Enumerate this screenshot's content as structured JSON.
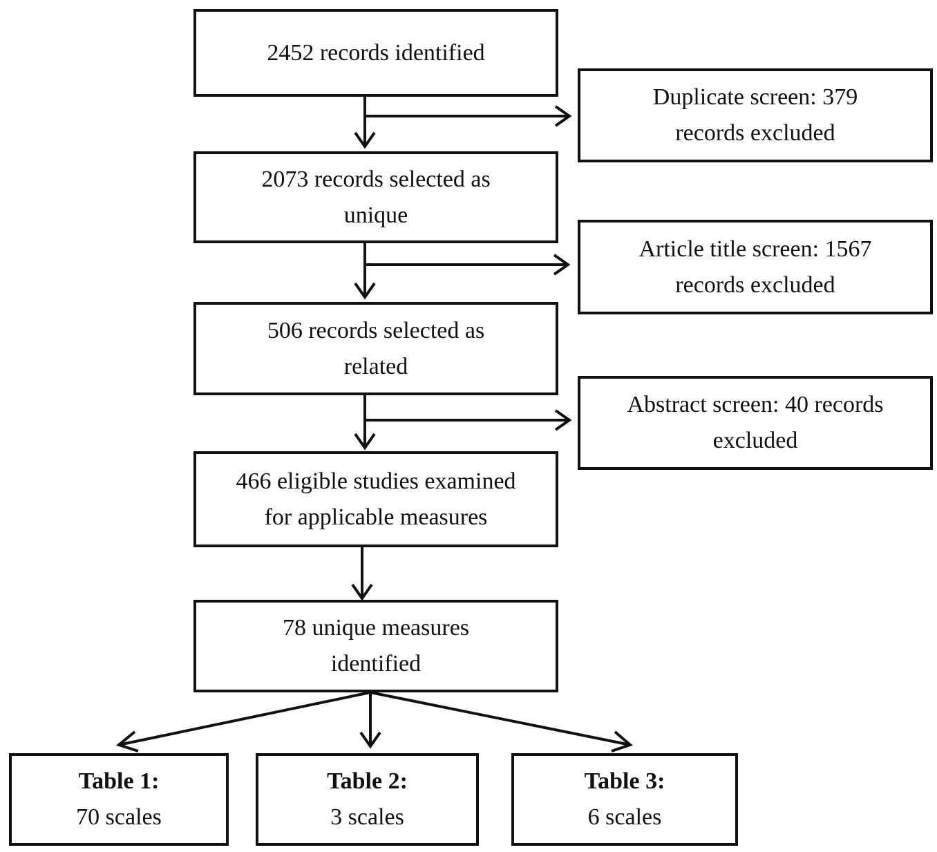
{
  "flow": {
    "identified": [
      "2452 records identified"
    ],
    "unique": [
      "2073 records selected as",
      "unique"
    ],
    "related": [
      "506 records selected as",
      "related"
    ],
    "eligible": [
      "466 eligible studies examined",
      "for applicable measures"
    ],
    "measures": [
      "78 unique measures",
      "identified"
    ]
  },
  "exclusions": {
    "duplicate": [
      "Duplicate screen: 379",
      "records excluded"
    ],
    "title": [
      "Article title screen: 1567",
      "records excluded"
    ],
    "abstract": [
      "Abstract screen: 40 records",
      "excluded"
    ]
  },
  "tables": [
    {
      "title": "Table 1:",
      "count": "70 scales"
    },
    {
      "title": "Table 2:",
      "count": "3 scales"
    },
    {
      "title": "Table 3:",
      "count": "6 scales"
    }
  ],
  "colors": {
    "stroke": "#111111",
    "background": "#ffffff"
  }
}
